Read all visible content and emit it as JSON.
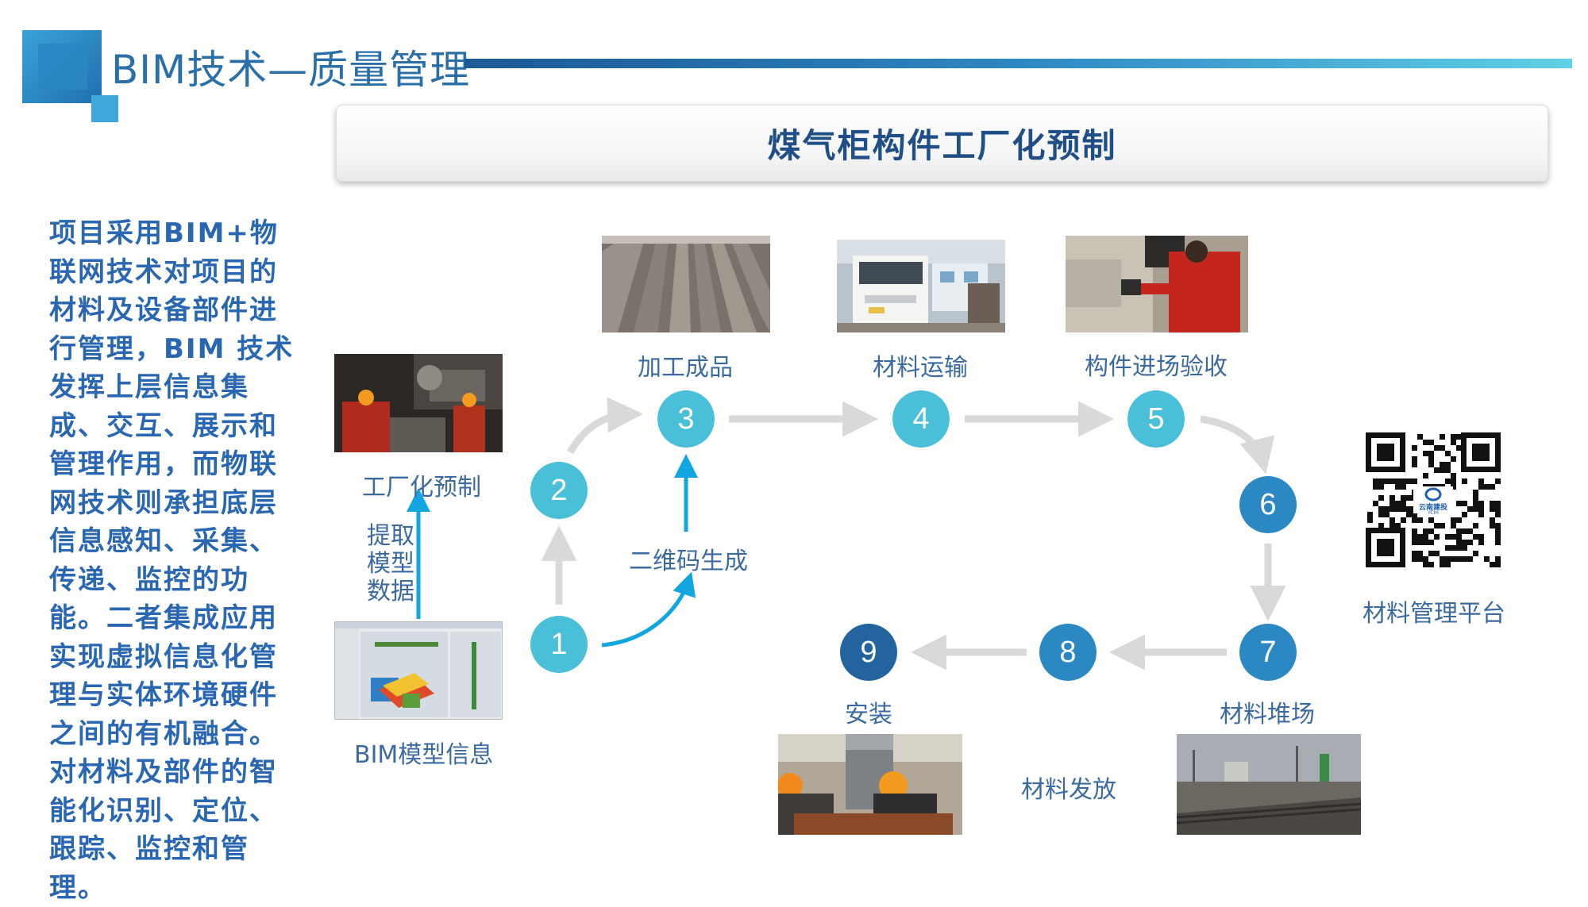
{
  "header": {
    "title": "BIM技术—质量管理",
    "banner": "煤气柜构件工厂化预制"
  },
  "side_text": "项目采用BIM+物联网技术对项目的材料及设备部件进行管理，BIM 技术发挥上层信息集成、交互、展示和管理作用，而物联网技术则承担底层信息感知、采集、传递、监控的功能。二者集成应用实现虚拟信息化管理与实体环境硬件之间的有机融合。对材料及部件的智能化识别、定位、跟踪、监控和管理。",
  "steps": [
    "1",
    "2",
    "3",
    "4",
    "5",
    "6",
    "7",
    "8",
    "9"
  ],
  "labels": {
    "factory": "工厂化预制",
    "bim_model": "BIM模型信息",
    "extract_line1": "提取",
    "extract_line2": "模型",
    "extract_line3": "数据",
    "qr_gen": "二维码生成",
    "processed": "加工成品",
    "transport": "材料运输",
    "acceptance": "构件进场验收",
    "platform": "材料管理平台",
    "install": "安装",
    "stockyard": "材料堆场",
    "issue": "材料发放",
    "qr_badge": "云南建投",
    "qr_badge_sub": "YCIH"
  },
  "colors": {
    "accent_blue": "#2a6fa8",
    "step_light": "#49bfd8",
    "step_mid": "#2c88c3",
    "step_dark": "#23649f",
    "arrow_cyan": "#12a6e0",
    "arrow_gray": "#d9d9d9"
  }
}
